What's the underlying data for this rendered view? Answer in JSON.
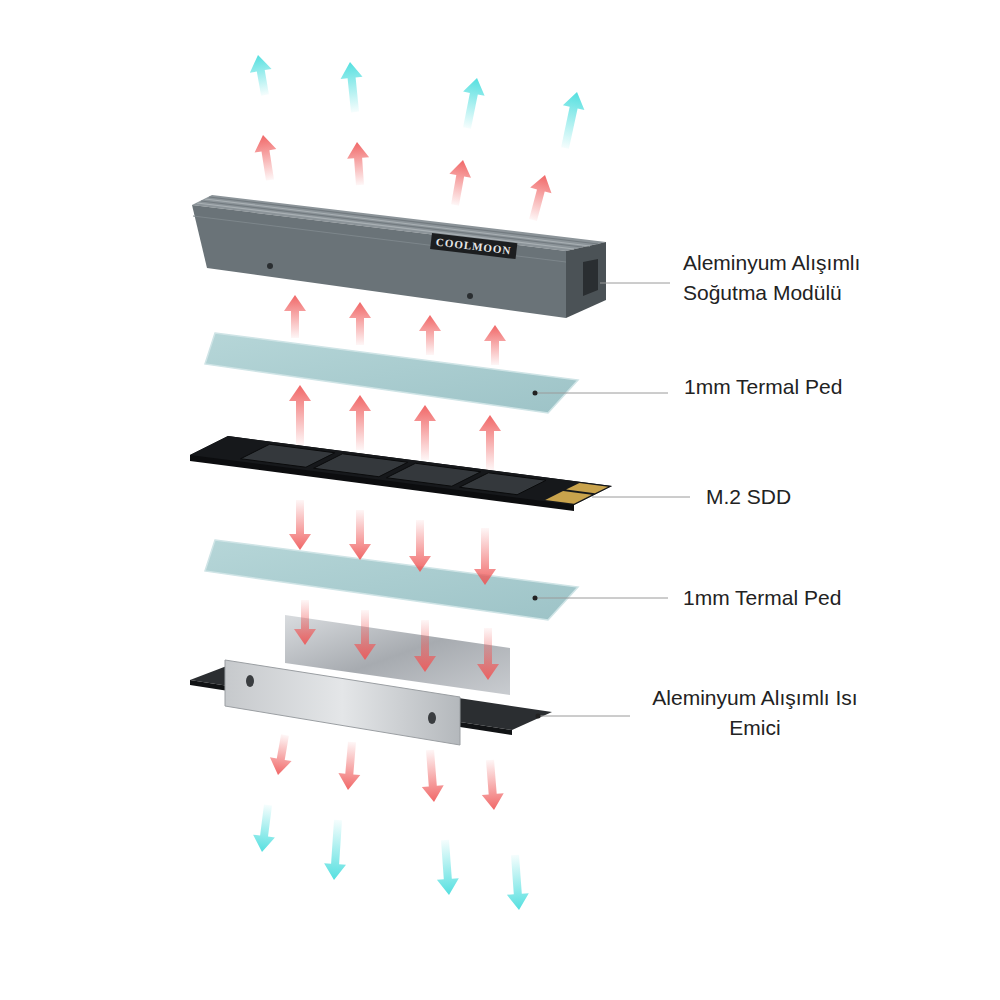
{
  "diagram": {
    "labels": [
      "COOLMOON",
      "Aleminyum Alışımlı Soğutma Modülü",
      "1mm Termal Ped",
      "M.2 SDD",
      "1mm Termal Ped",
      "Aleminyum Alışımlı Isı Emici"
    ]
  }
}
